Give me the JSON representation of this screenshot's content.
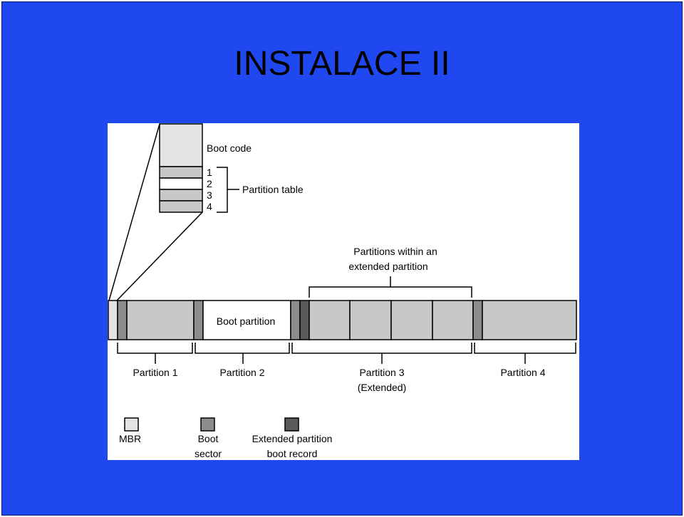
{
  "slide": {
    "title": "INSTALACE II",
    "background_color": "#1f48f0"
  },
  "diagram": {
    "mbr": {
      "boot_code_label": "Boot code",
      "entries": [
        "1",
        "2",
        "3",
        "4"
      ],
      "partition_table_label": "Partition table"
    },
    "extended_caption_line1": "Partitions within an",
    "extended_caption_line2": "extended partition",
    "boot_partition_label": "Boot partition",
    "partitions": {
      "p1": "Partition 1",
      "p2": "Partition 2",
      "p3_line1": "Partition 3",
      "p3_line2": "(Extended)",
      "p4": "Partition 4"
    },
    "legend": {
      "mbr": "MBR",
      "boot_sector_line1": "Boot",
      "boot_sector_line2": "sector",
      "ebr_line1": "Extended partition",
      "ebr_line2": "boot record"
    },
    "colors": {
      "mbr": "#e3e3e3",
      "partition": "#c8c8c8",
      "boot_sector": "#8c8c8c",
      "ebr": "#5a5a5a"
    }
  }
}
